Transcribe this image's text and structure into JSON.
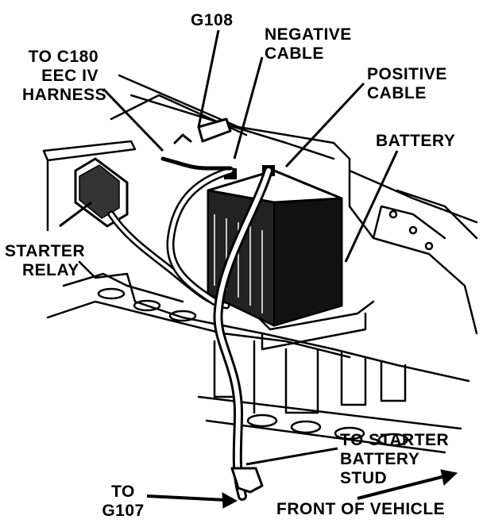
{
  "labels": {
    "g108": "G108",
    "to_c180": [
      "TO C180",
      "EEC IV",
      "HARNESS"
    ],
    "negative_cable": [
      "NEGATIVE",
      "CABLE"
    ],
    "positive_cable": [
      "POSITIVE",
      "CABLE"
    ],
    "battery": "BATTERY",
    "starter_relay": [
      "STARTER",
      "RELAY"
    ],
    "to_starter": [
      "TO STARTER",
      "BATTERY",
      "STUD"
    ],
    "to_g107": [
      "TO",
      "G107"
    ],
    "front_of_vehicle": "FRONT OF VEHICLE"
  }
}
